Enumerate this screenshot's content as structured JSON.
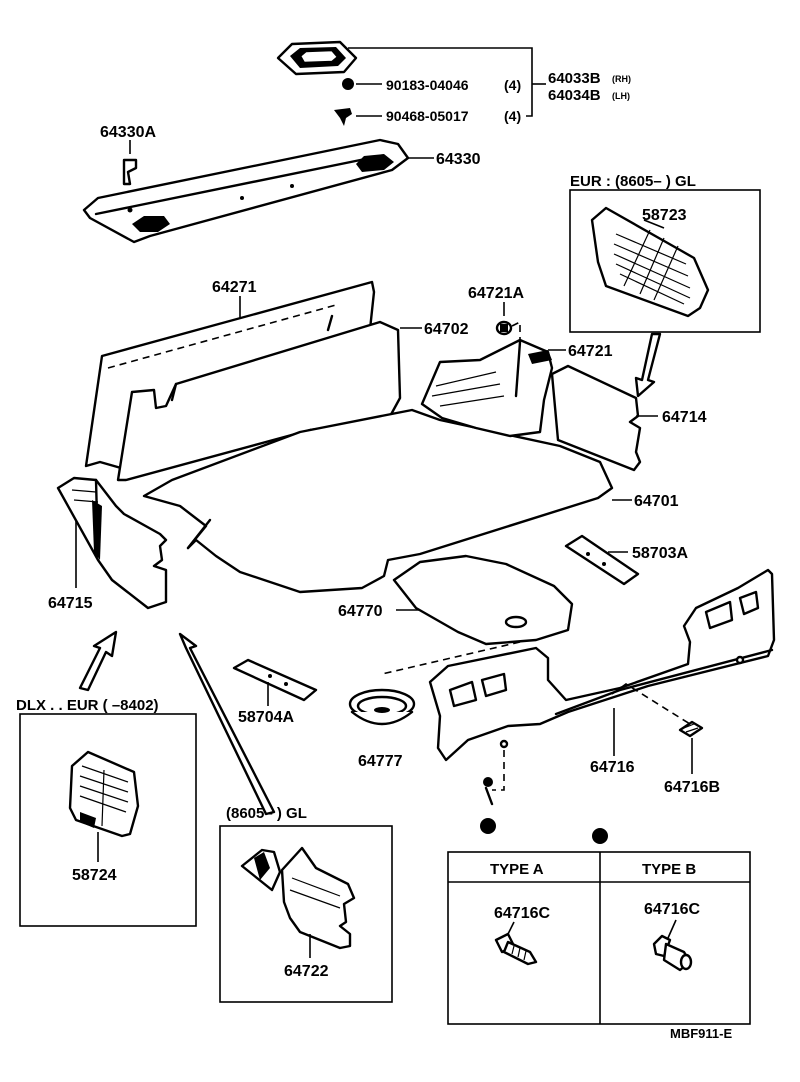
{
  "diagram_code": "MBF911-E",
  "labels": {
    "p64033B": "64033B",
    "p64033B_side": "(RH)",
    "p64034B": "64034B",
    "p64034B_side": "(LH)",
    "p90183": "90183-04046",
    "p90183_qty": "(4)",
    "p90468": "90468-05017",
    "p90468_qty": "(4)",
    "p64330A": "64330A",
    "p64330": "64330",
    "eur_gl_note": "EUR : (8605–        ) GL",
    "p58723": "58723",
    "p64271": "64271",
    "p64702": "64702",
    "p64721A": "64721A",
    "p64721": "64721",
    "p64714": "64714",
    "p64701": "64701",
    "p58703A": "58703A",
    "p64715": "64715",
    "p64770": "64770",
    "dlx_note": "DLX . . EUR (        –8402)",
    "p58704A": "58704A",
    "p64777": "64777",
    "p64716": "64716",
    "p64716B": "64716B",
    "p58724": "58724",
    "gl_note": "(8605–        ) GL",
    "p64722": "64722",
    "type_a": "TYPE A",
    "type_b": "TYPE B",
    "p64716C_a": "64716C",
    "p64716C_b": "64716C"
  }
}
